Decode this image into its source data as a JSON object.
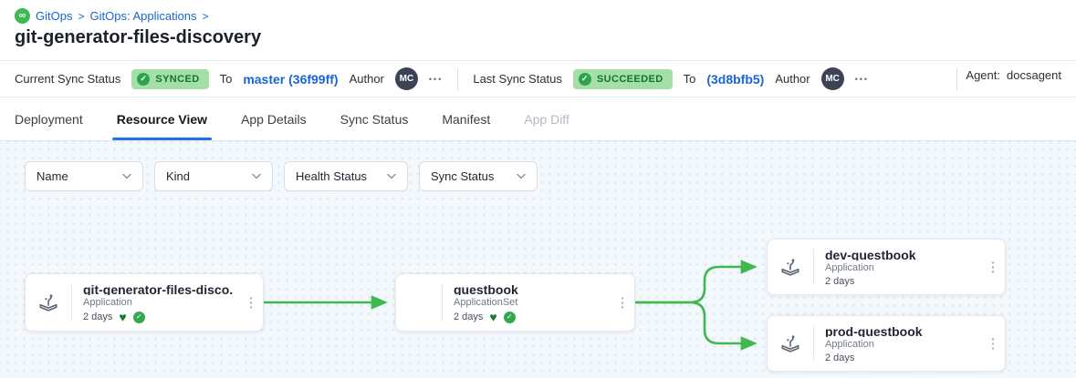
{
  "breadcrumb": {
    "items": [
      {
        "label": "GitOps"
      },
      {
        "label": "GitOps: Applications"
      }
    ],
    "separator": ">"
  },
  "page": {
    "title": "git-generator-files-discovery"
  },
  "status_bar": {
    "current": {
      "label": "Current Sync Status",
      "status": "SYNCED",
      "to_label": "To",
      "revision": "master (36f99ff)",
      "author_label": "Author",
      "author_initials": "MC"
    },
    "last": {
      "label": "Last Sync Status",
      "status": "SUCCEEDED",
      "to_label": "To",
      "revision": "(3d8bfb5)",
      "author_label": "Author",
      "author_initials": "MC"
    },
    "agent": {
      "label": "Agent:",
      "value": "docsagent"
    }
  },
  "tabs": [
    {
      "label": "Deployment",
      "state": "normal"
    },
    {
      "label": "Resource View",
      "state": "active"
    },
    {
      "label": "App Details",
      "state": "normal"
    },
    {
      "label": "Sync Status",
      "state": "normal"
    },
    {
      "label": "Manifest",
      "state": "normal"
    },
    {
      "label": "App Diff",
      "state": "disabled"
    }
  ],
  "filters": [
    {
      "label": "Name"
    },
    {
      "label": "Kind"
    },
    {
      "label": "Health Status"
    },
    {
      "label": "Sync Status"
    }
  ],
  "graph": {
    "nodes": [
      {
        "title": "git-generator-files-disco...",
        "kind": "Application",
        "age": "2 days",
        "healthy": true,
        "synced": true,
        "icon": "application-icon"
      },
      {
        "title": "guestbook",
        "kind": "ApplicationSet",
        "age": "2 days",
        "healthy": true,
        "synced": true,
        "icon": null
      },
      {
        "title": "dev-guestbook",
        "kind": "Application",
        "age": "2 days",
        "icon": "application-icon"
      },
      {
        "title": "prod-guestbook",
        "kind": "Application",
        "age": "2 days",
        "icon": "application-icon"
      }
    ],
    "edges": [
      {
        "from": 0,
        "to": 1
      },
      {
        "from": 1,
        "to": 2
      },
      {
        "from": 1,
        "to": 3
      }
    ]
  },
  "icons": {
    "infinity": "∞",
    "check": "✓",
    "heart": "♥",
    "kebab": "⋮",
    "ellipsis": "•••"
  },
  "colors": {
    "accent_blue": "#1766d2",
    "tab_underline_blue": "#1a73e8",
    "edge_green": "#3fb94e",
    "pill_bg": "#a5dfa8",
    "pill_text": "#11732c",
    "logo_green": "#3cba54",
    "heart_green": "#187a2c",
    "check_green": "#34a84e",
    "avatar_bg": "#3d4356"
  }
}
